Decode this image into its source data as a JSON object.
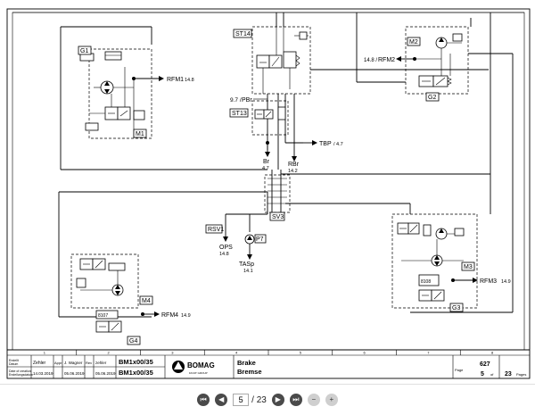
{
  "diagram": {
    "blocks": {
      "g1": "G1",
      "m1": "M1",
      "st14": "ST14",
      "st13": "ST13",
      "m2": "M2",
      "g2": "G2",
      "sv3": "SV3",
      "m3": "M3",
      "g3": "G3",
      "m4": "M4",
      "g4": "G4",
      "rsv1": "RSV1",
      "p7": "P7"
    },
    "ports": {
      "rfm1": "RFM1",
      "rfm1_ref": "14.8",
      "rfm2_ref": "14.8 /",
      "rfm2": "RFM2",
      "pbr_ref": "9.7 /",
      "pbr": "PBr",
      "tbp": "TBP",
      "tbp_ref": "/ 4.7",
      "br": "Br",
      "br_ref": "4.7",
      "rbr": "RBr",
      "rbr_ref": "14.2",
      "ops": "OPS",
      "ops_ref": "14.8",
      "tasp": "TASp",
      "tasp_ref": "14.1",
      "rfm3": "RFM3",
      "rfm3_ref": "14.9",
      "rfm4": "RFM4",
      "rfm4_ref": "14.9"
    },
    "title_block": {
      "col1_r1": "Erstellt",
      "col1_r2": "Datum",
      "col1_r3": "Date of creation",
      "col1_r4": "Erstellungsdatum",
      "creator": "Zehler",
      "created_date": "14.03.2019",
      "appr_label": "Appr",
      "approver": "J. Wagner",
      "appr_date": "05.06.2019",
      "rev_label": "Rev",
      "rev_name": "zehler",
      "rev_date": "05.06.2019",
      "model_1": "BM1x00/35",
      "model_2": "BM1x00/35",
      "brand": "BOMAG",
      "brand_sub": "FAYAT GROUP",
      "title_en": "Brake",
      "title_de": "Bremse",
      "drawing_no": "627",
      "page_label": "Page",
      "page_no": "5",
      "of_label": "of",
      "page_total": "23",
      "pages_label": "Pages"
    },
    "ruler_numbers": [
      "1",
      "2",
      "3",
      "4",
      "5",
      "6",
      "7",
      "8"
    ]
  },
  "viewer": {
    "current_page": "5",
    "page_of": "/ 23"
  }
}
